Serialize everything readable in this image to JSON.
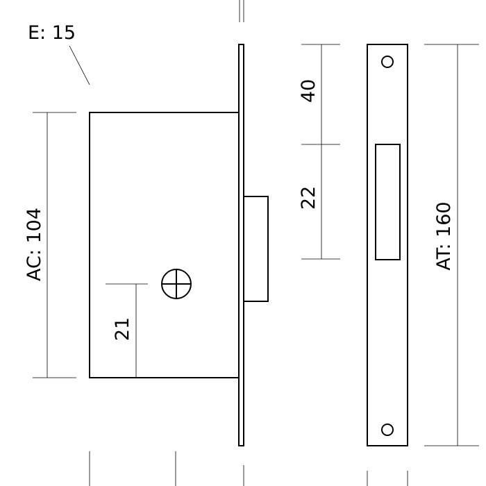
{
  "labels": {
    "e_thickness": "E: 15",
    "ac_height": "AC: 104",
    "hole_offset": "21",
    "top_offset": "40",
    "latch_height": "22",
    "at_height": "AT: 160"
  },
  "colors": {
    "line": "#000000",
    "background": "#ffffff"
  }
}
